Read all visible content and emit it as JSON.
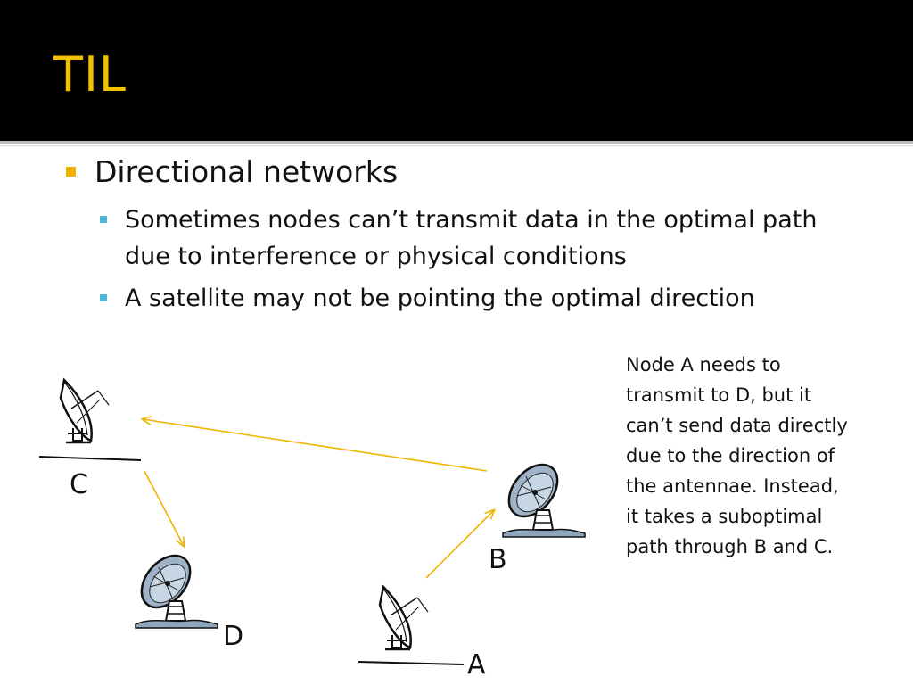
{
  "slide": {
    "title": "TIL",
    "colors": {
      "title": "#f2c200",
      "bullet_l1": "#f0b400",
      "bullet_l2": "#4fb6d8",
      "arrow": "#f0b400"
    }
  },
  "bullets": {
    "level1": "Directional networks",
    "level2": [
      "Sometimes nodes can’t transmit data in the optimal path due to interference or physical conditions",
      "A satellite may not be pointing the optimal direction"
    ]
  },
  "note": "Node A needs to\ntransmit to D, but it\ncan’t send data directly\ndue to the direction of\nthe antennae. Instead,\nit takes a suboptimal\npath through B and C.",
  "nodes": {
    "a": "A",
    "b": "B",
    "c": "C",
    "d": "D"
  },
  "icons": [
    "satellite-dish-icon"
  ]
}
